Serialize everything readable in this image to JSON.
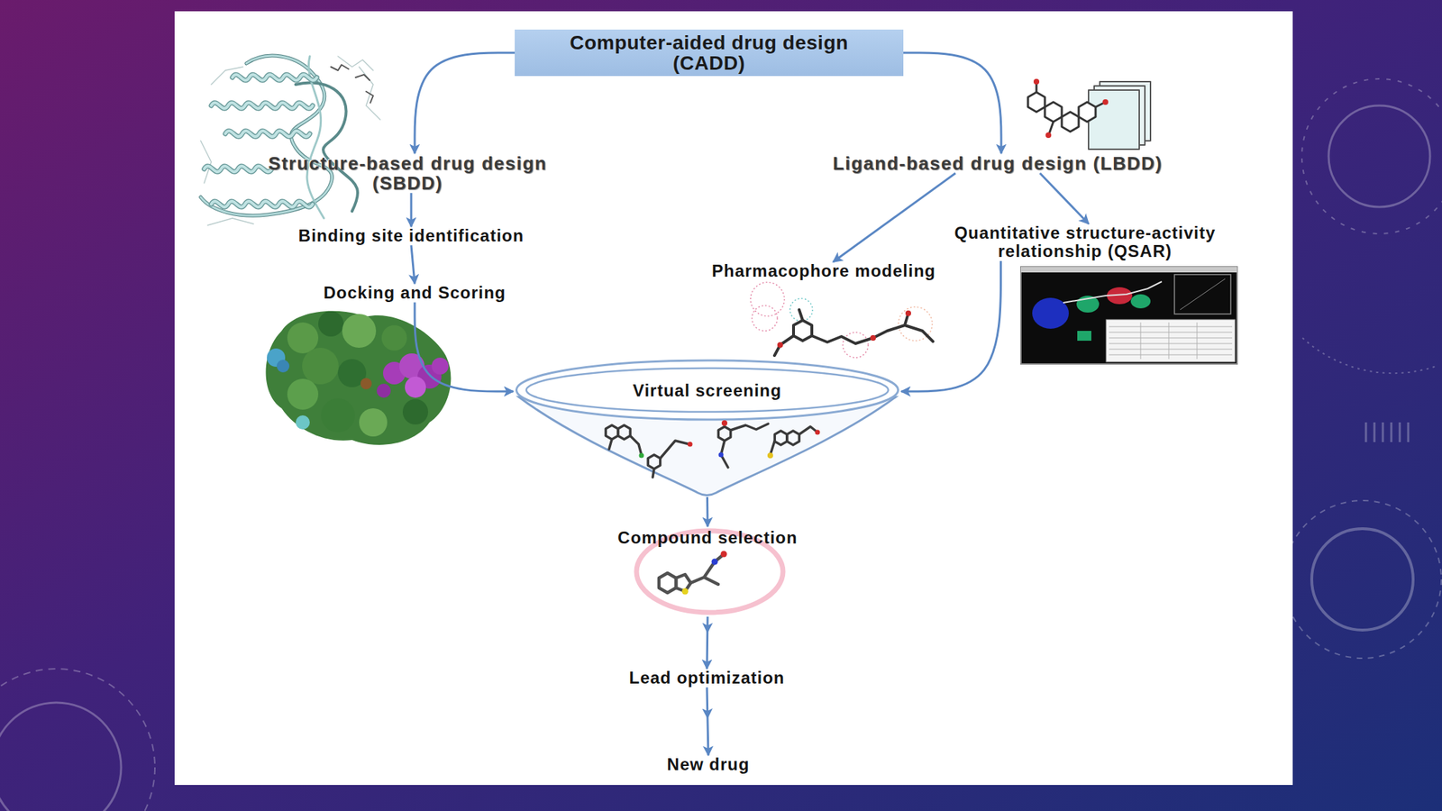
{
  "diagram": {
    "nodes": [
      {
        "text": [
          "Computer-aided drug design (CADD)"
        ]
      },
      {
        "text": [
          "Structure-based drug design (SBDD)"
        ]
      },
      {
        "text": [
          "Ligand-based drug design (LBDD)"
        ]
      },
      {
        "text": [
          "Binding site identification"
        ]
      },
      {
        "text": [
          "Quantitative structure-activity relationship (QSAR)"
        ]
      },
      {
        "text": [
          "Pharmacophore modeling"
        ]
      },
      {
        "text": [
          "Docking and Scoring"
        ]
      },
      {
        "text": [
          "Virtual screening"
        ]
      },
      {
        "text": [
          "Compound selection"
        ]
      },
      {
        "text": [
          "Lead optimization"
        ]
      },
      {
        "text": [
          "New drug"
        ]
      }
    ],
    "edges": [
      {
        "from": 0,
        "to": 1,
        "arrow": "to"
      },
      {
        "from": 0,
        "to": 2,
        "arrow": "to"
      },
      {
        "from": 1,
        "to": 3,
        "arrow": "to"
      },
      {
        "from": 2,
        "to": 5,
        "arrow": "to"
      },
      {
        "from": 2,
        "to": 4,
        "arrow": "to"
      },
      {
        "from": 3,
        "to": 6,
        "arrow": "to"
      },
      {
        "from": 6,
        "to": 7,
        "arrow": "to"
      },
      {
        "from": 4,
        "to": 7,
        "arrow": "to"
      },
      {
        "from": 7,
        "to": 8,
        "arrow": "to"
      },
      {
        "from": 8,
        "to": 9,
        "arrow": "to"
      },
      {
        "from": 9,
        "to": 10,
        "arrow": "to"
      }
    ]
  }
}
